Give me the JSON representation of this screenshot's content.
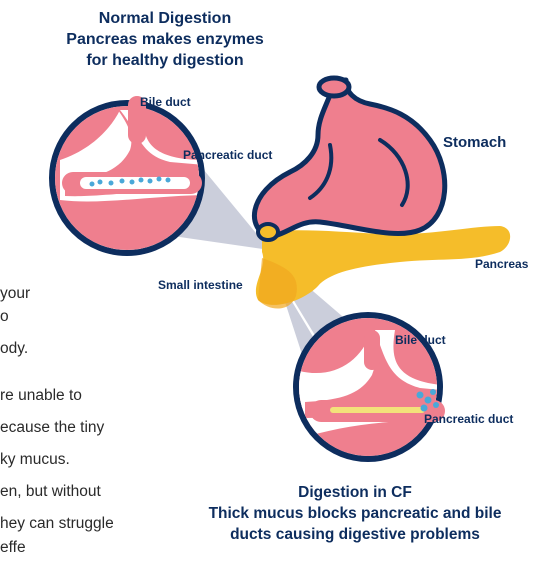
{
  "top_heading": {
    "title": "Normal Digestion",
    "line1": "Pancreas makes enzymes",
    "line2": "for healthy digestion"
  },
  "bottom_heading": {
    "title": "Digestion in CF",
    "line1": "Thick mucus blocks pancreatic and bile",
    "line2": "ducts causing digestive problems"
  },
  "labels": {
    "bile_duct_top": "Bile duct",
    "pancreatic_duct_top": "Pancreatic duct",
    "stomach": "Stomach",
    "pancreas": "Pancreas",
    "small_intestine": "Small intestine",
    "bile_duct_bottom": "Bile duct",
    "pancreatic_duct_bottom": "Pancreatic duct"
  },
  "partial_text": [
    "your",
    "o",
    "ody.",
    "re unable to",
    "ecause the tiny",
    "ky mucus.",
    "en, but without",
    "hey can struggle",
    "effe"
  ],
  "colors": {
    "navy": "#0d2d5e",
    "pink": "#ef7f8e",
    "pancreas_yellow": "#f5bd2a",
    "duct_blue": "#4aa8d8",
    "mucus_yellow": "#f3e27a"
  }
}
